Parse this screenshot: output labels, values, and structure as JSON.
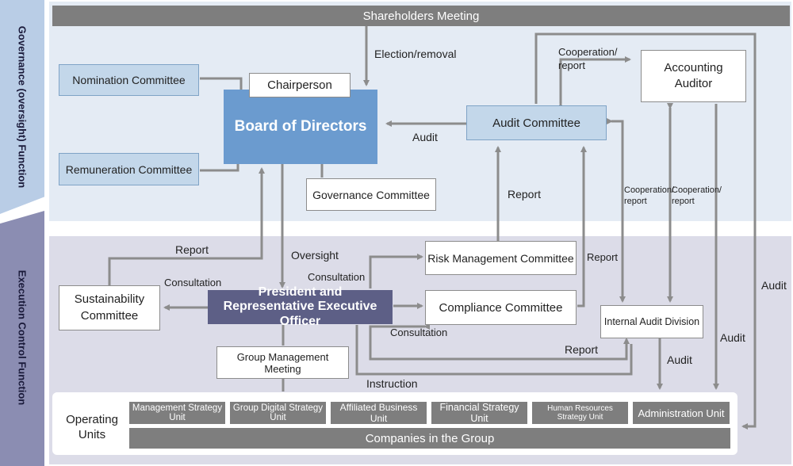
{
  "side_labels": {
    "governance": "Governance (oversight) Function",
    "execution": "Execution Control Function"
  },
  "nodes": {
    "shareholders": "Shareholders Meeting",
    "nomination": "Nomination Committee",
    "remuneration": "Remuneration Committee",
    "chairperson": "Chairperson",
    "board": "Board of Directors",
    "governance_committee": "Governance Committee",
    "audit_committee": "Audit Committee",
    "accounting_auditor": "Accounting Auditor",
    "risk_management": "Risk Management Committee",
    "compliance": "Compliance Committee",
    "president": "President and Representative Executive Officer",
    "sustainability": "Sustainability Committee",
    "group_management": "Group Management Meeting",
    "internal_audit": "Internal Audit Division",
    "operating_units": "Operating Units",
    "companies": "Companies in the Group"
  },
  "units": [
    "Management Strategy Unit",
    "Group Digital Strategy Unit",
    "Affiliated Business Unit",
    "Financial Strategy Unit",
    "Human Resources Strategy Unit",
    "Administration Unit"
  ],
  "edge_labels": {
    "election": "Election/removal",
    "cooperation_report": "Cooperation/ report",
    "audit_board": "Audit",
    "report_audit_committee": "Report",
    "coop_report_left": "Cooperation/ report",
    "coop_report_right": "Cooperation/ report",
    "audit_right": "Audit",
    "report_board": "Report",
    "oversight": "Oversight",
    "consultation_risk": "Consultation",
    "consultation_sustain": "Consultation",
    "report_compliance": "Report",
    "consultation_compliance": "Consultation",
    "report_internal": "Report",
    "audit_admin": "Audit",
    "audit_internal": "Audit",
    "instruction": "Instruction"
  },
  "colors": {
    "gov_band": "#e4ebf4",
    "exec_band": "#dcdce8",
    "gov_tab": "#b9cde6",
    "exec_tab": "#8b8db2",
    "board": "#6b9bcf",
    "president": "#5d5f86",
    "arrow": "#8c8c8c"
  }
}
